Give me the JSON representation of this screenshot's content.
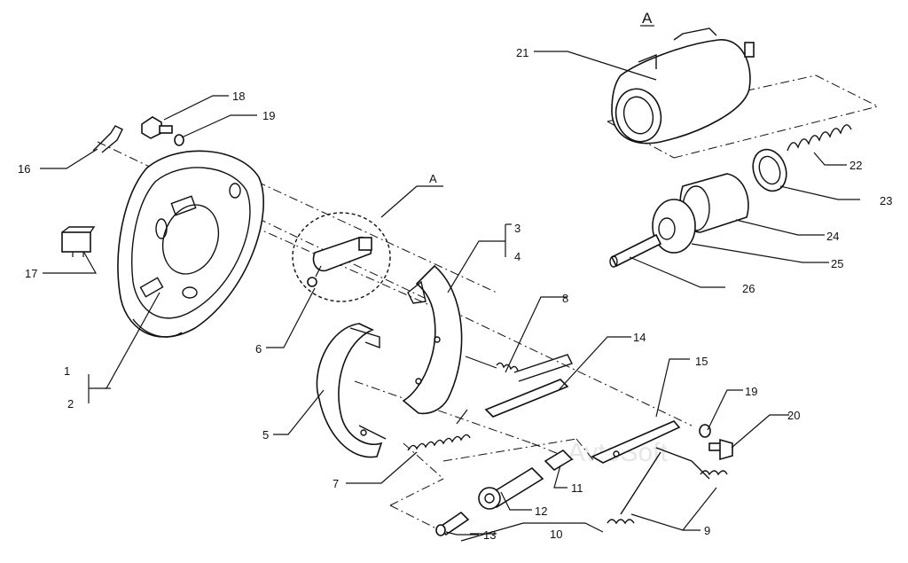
{
  "diagram": {
    "section_label": "A",
    "detail_label": "A",
    "watermark": "AvtoSoft",
    "callouts": {
      "c1": "1",
      "c2": "2",
      "c3": "3",
      "c4": "4",
      "c5": "5",
      "c6": "6",
      "c7": "7",
      "c8": "8",
      "c9": "9",
      "c10": "10",
      "c11": "11",
      "c12": "12",
      "c13": "13",
      "c14": "14",
      "c15": "15",
      "c16": "16",
      "c17": "17",
      "c18": "18",
      "c19a": "19",
      "c19b": "19",
      "c20": "20",
      "c21": "21",
      "c22": "22",
      "c23": "23",
      "c24": "24",
      "c25": "25",
      "c26": "26"
    }
  }
}
